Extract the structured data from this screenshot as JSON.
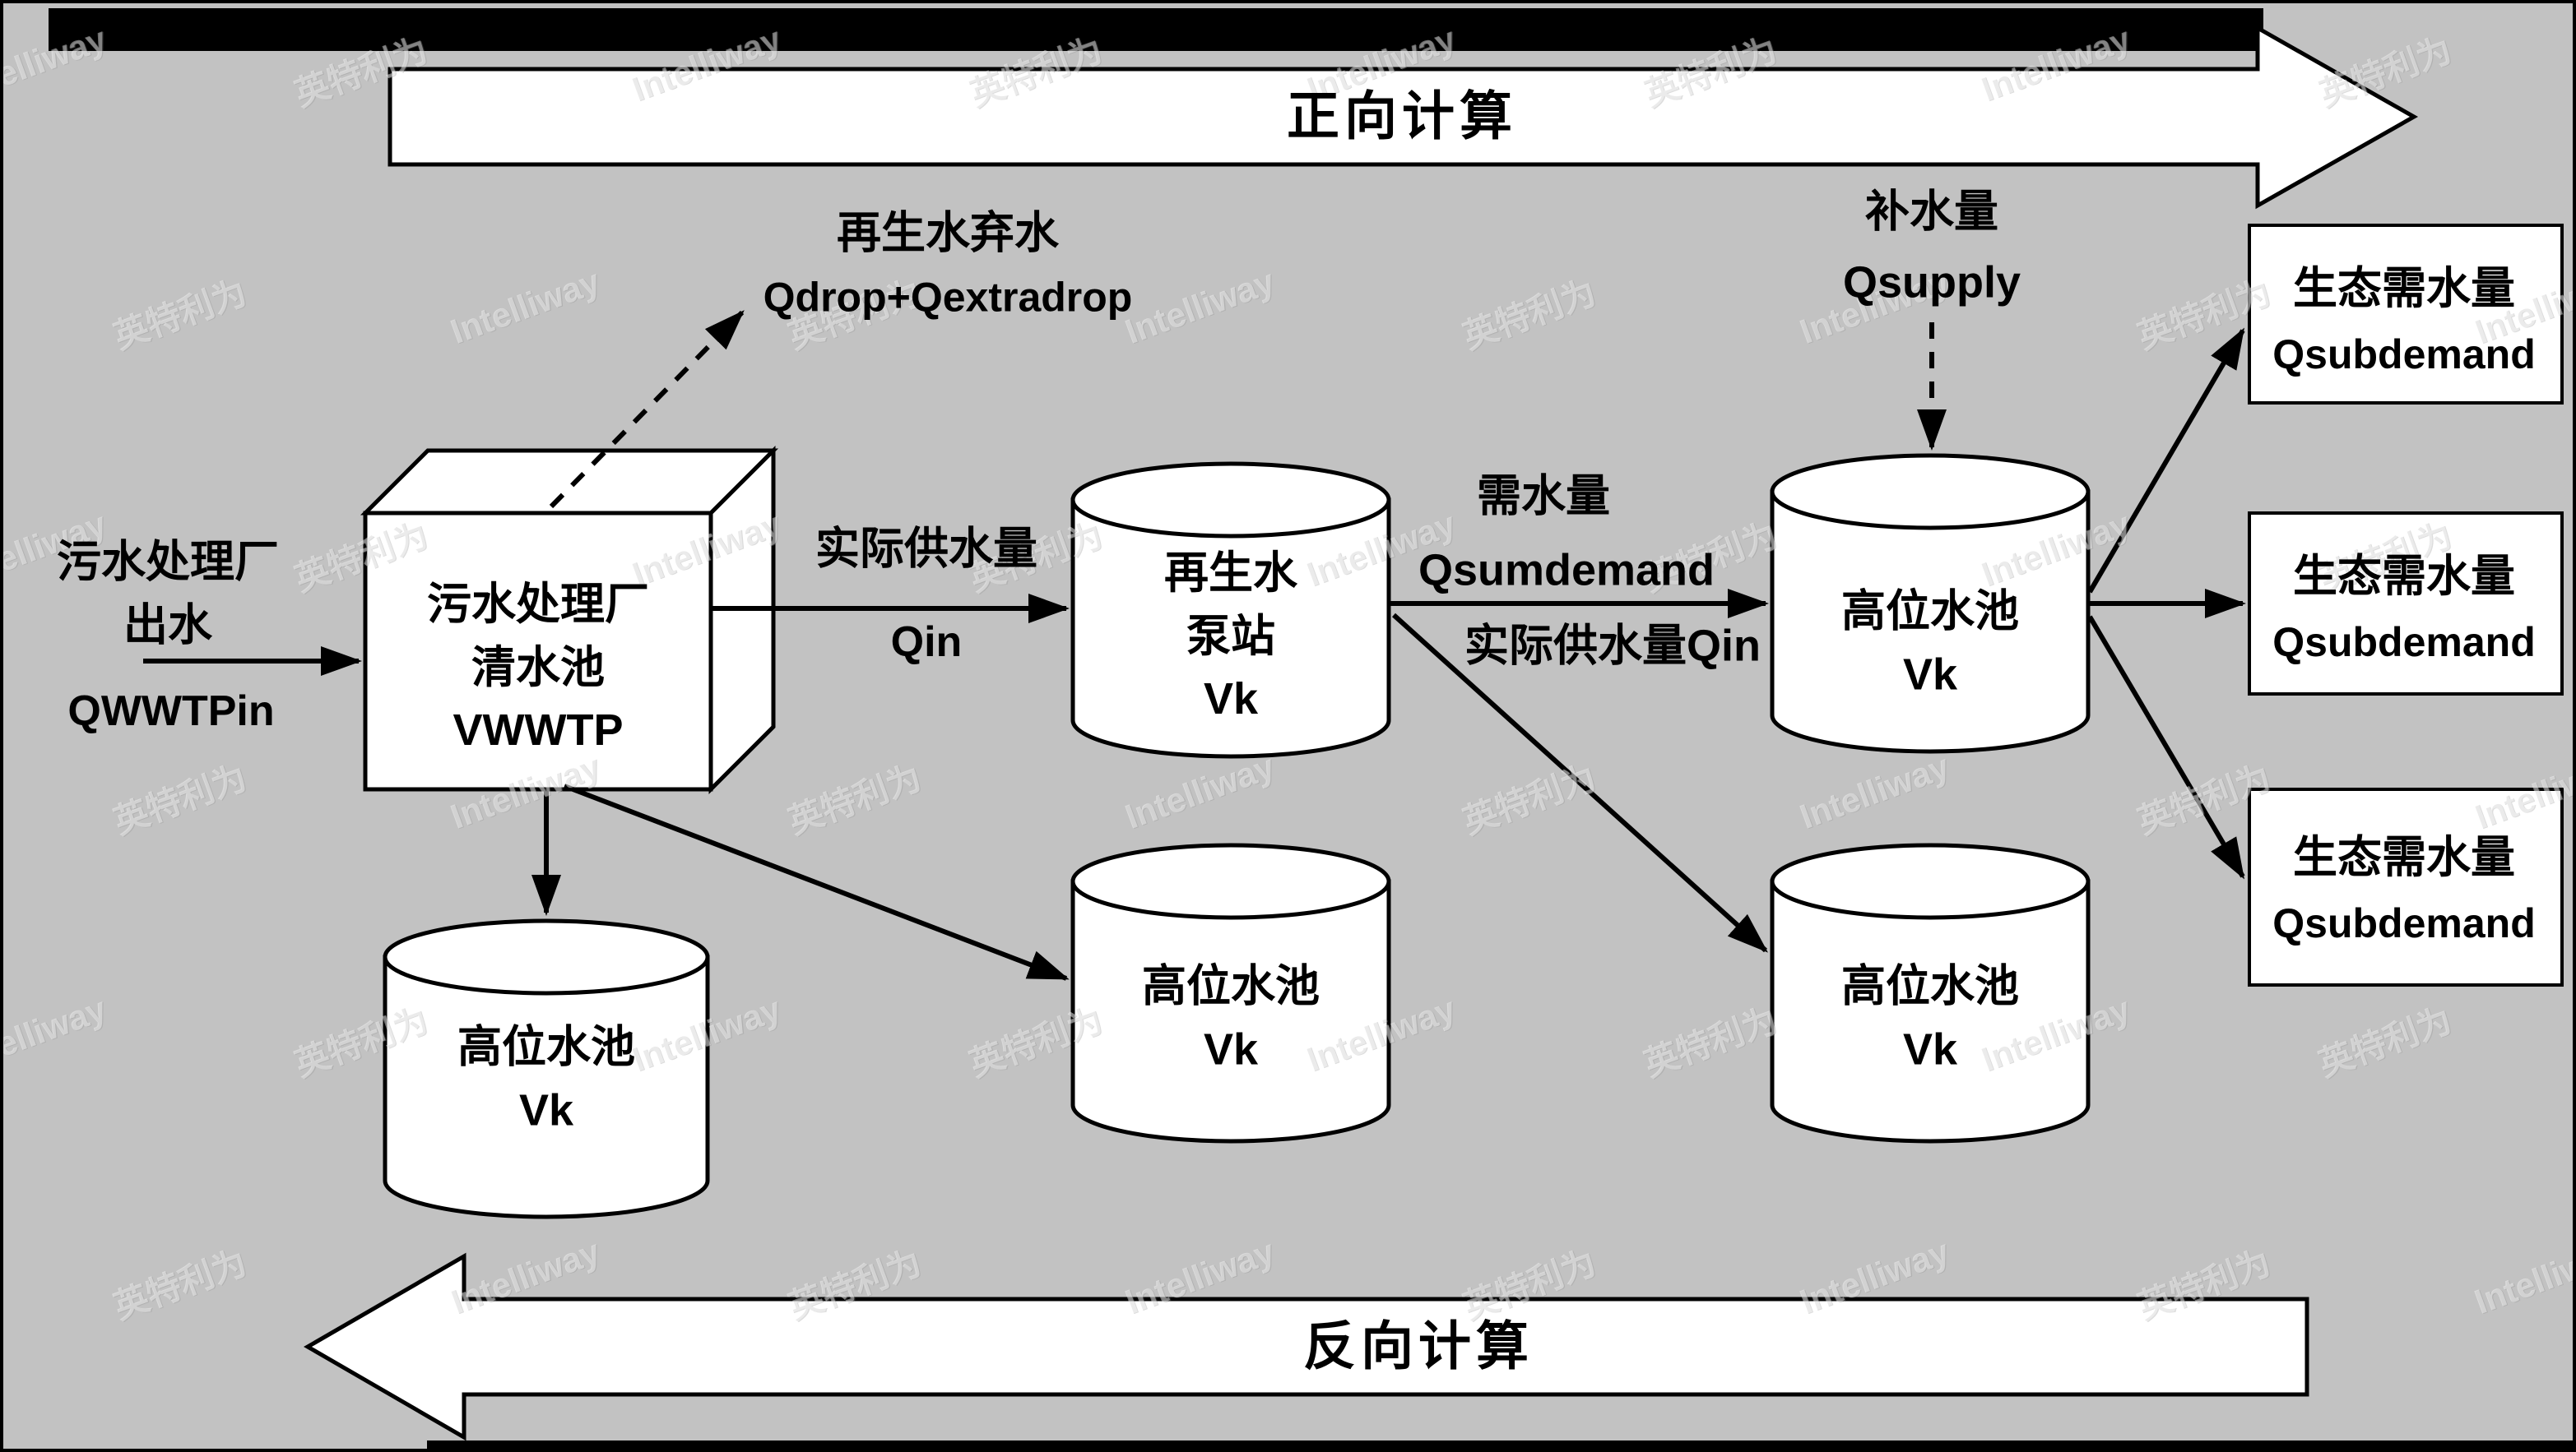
{
  "banners": {
    "forward": "正向计算",
    "backward": "反向计算"
  },
  "source": {
    "line1": "污水处理厂",
    "line2": "出水",
    "code": "QWWTPin"
  },
  "wwtp_box": {
    "line1": "污水处理厂",
    "line2": "清水池",
    "line3": "VWWTP"
  },
  "drop": {
    "line1": "再生水弃水",
    "line2": "Qdrop+Qextradrop"
  },
  "supply_arrow": {
    "line1": "实际供水量",
    "line2": "Qin"
  },
  "pump": {
    "line1": "再生水",
    "line2": "泵站",
    "line3": "Vk"
  },
  "demand_arrow": {
    "line1": "需水量",
    "line2": "Qsumdemand",
    "line3": "实际供水量Qin"
  },
  "qsupply": {
    "line1": "补水量",
    "line2": "Qsupply"
  },
  "tank_main": {
    "line1": "高位水池",
    "line2": "Vk"
  },
  "tank_left": {
    "line1": "高位水池",
    "line2": "Vk"
  },
  "tank_mid": {
    "line1": "高位水池",
    "line2": "Vk"
  },
  "tank_right": {
    "line1": "高位水池",
    "line2": "Vk"
  },
  "eco1": {
    "line1": "生态需水量",
    "line2": "Qsubdemand"
  },
  "eco2": {
    "line1": "生态需水量",
    "line2": "Qsubdemand"
  },
  "eco3": {
    "line1": "生态需水量",
    "line2": "Qsubdemand"
  },
  "watermark": {
    "latin": "Intelliway",
    "cjk": "英特利为"
  },
  "colors": {
    "background": "#c2c2c2",
    "shape_fill": "#ffffff",
    "line": "#000000"
  }
}
